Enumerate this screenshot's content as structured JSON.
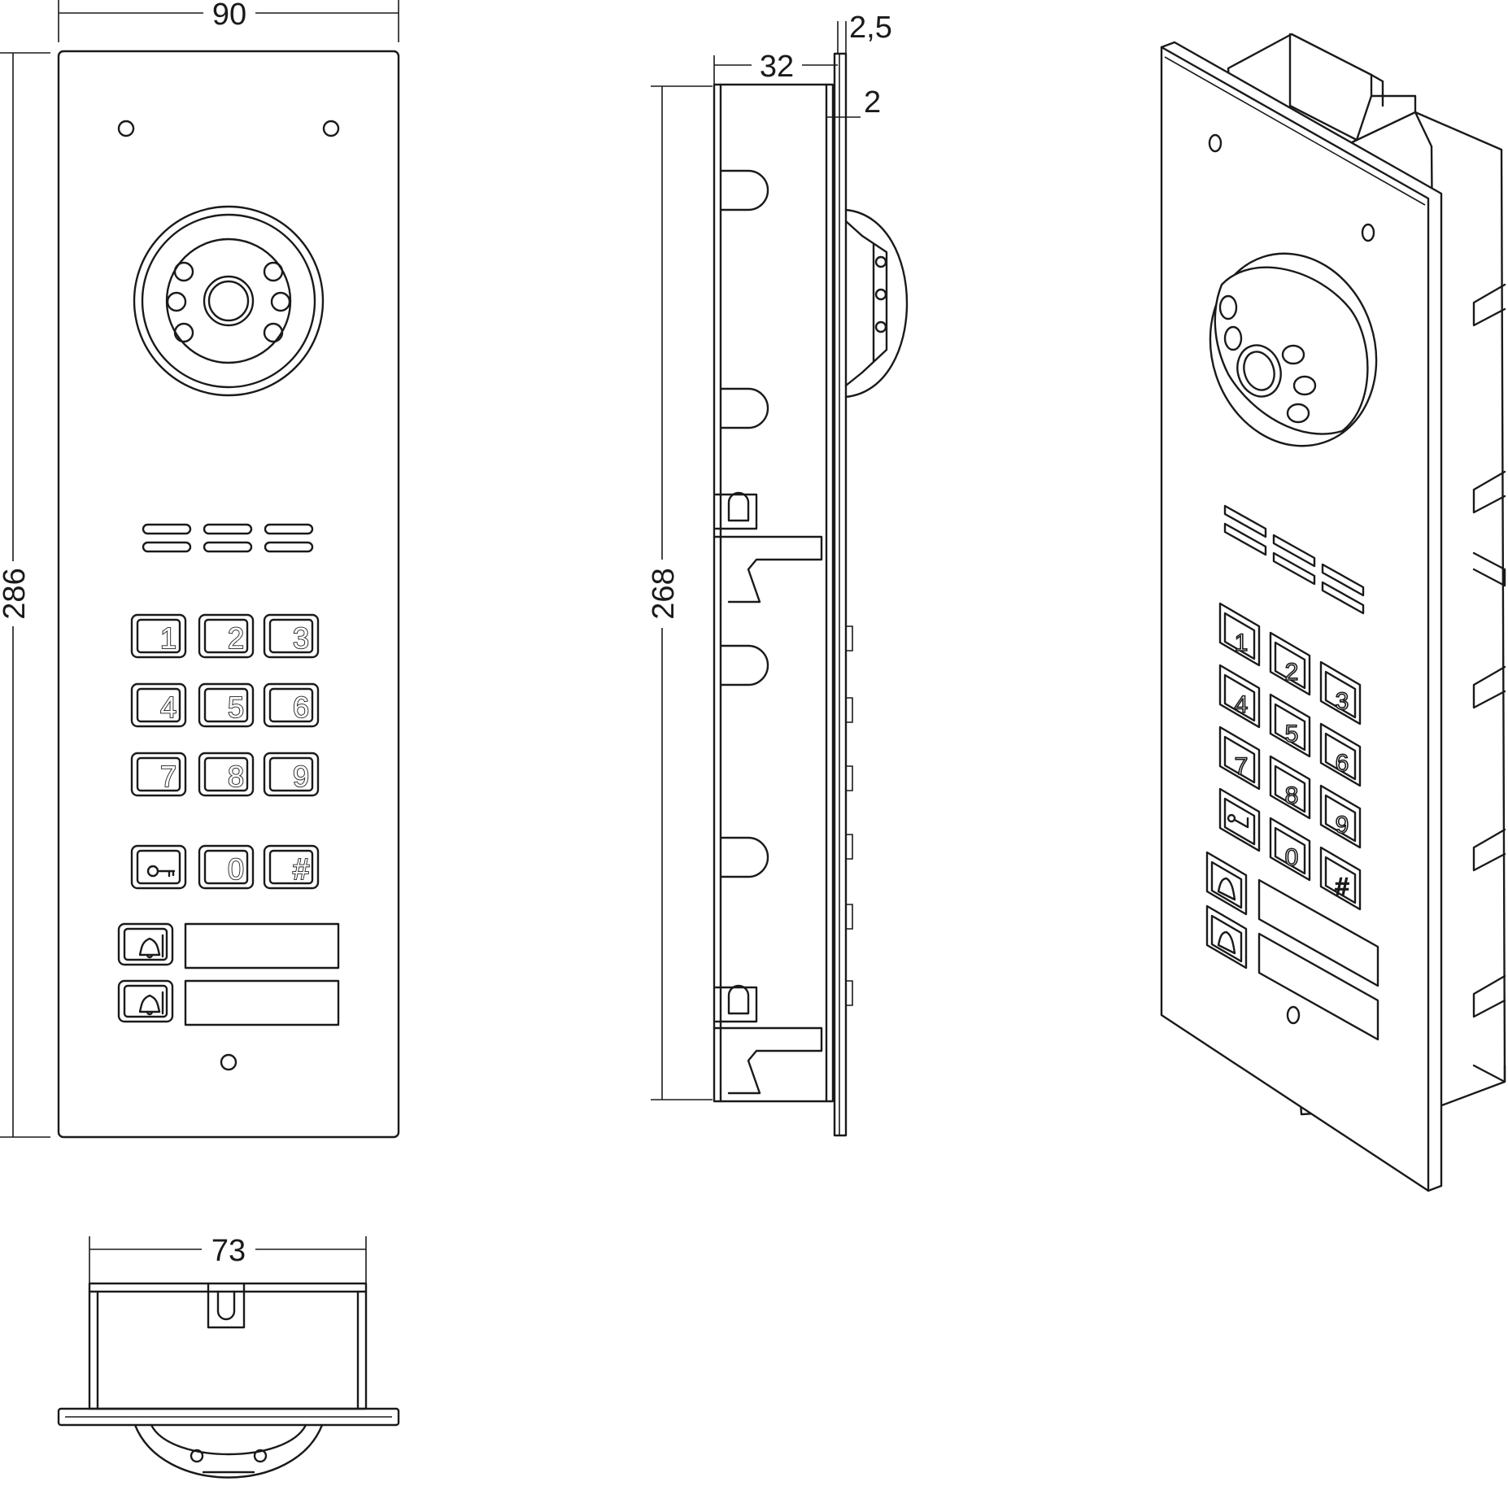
{
  "dimensions": {
    "front_width": "90",
    "front_height": "286",
    "side_depth": "32",
    "side_frame_thickness": "2,5",
    "side_plate_thickness": "2",
    "side_height": "268",
    "bottom_width": "73"
  },
  "keypad": {
    "keys": [
      "1",
      "2",
      "3",
      "4",
      "5",
      "6",
      "7",
      "8",
      "9",
      "key",
      "0",
      "#"
    ],
    "key_icon": "key-icon",
    "bell_icon": "bell-icon",
    "name_slots": 2
  }
}
